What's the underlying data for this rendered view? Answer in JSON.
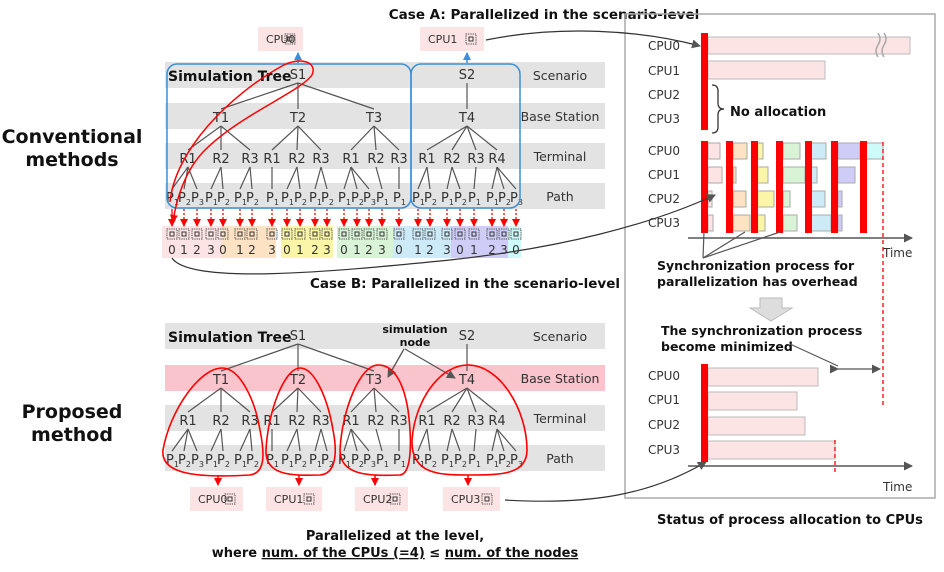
{
  "titles": {
    "case_a": "Case A: Parallelized in the scenario-level",
    "case_b": "Case B: Parallelized in the scenario-level",
    "status": "Status of process allocation to CPUs",
    "no_allocation": "No allocation",
    "time": "Time",
    "sync_overhead": [
      "Synchronization process for",
      "parallelization has overhead"
    ],
    "sync_min": [
      "The synchronization process",
      "become minimized"
    ],
    "simulation_node": [
      "simulation",
      "node"
    ],
    "parallel_note": [
      "Parallelized at the level,",
      "where ",
      "num. of the CPUs (=4)",
      " ≤ ",
      "num. of the nodes"
    ]
  },
  "sections": {
    "conventional": [
      "Conventional",
      "methods"
    ],
    "proposed": [
      "Proposed",
      "method"
    ]
  },
  "tree": {
    "title": "Simulation Tree",
    "levels": [
      "Scenario",
      "Base Station",
      "Terminal",
      "Path"
    ],
    "scenarios": [
      "S1",
      "S2"
    ],
    "base_stations": [
      {
        "name": "T1",
        "terminals": [
          {
            "name": "R1",
            "paths": [
              "1",
              "2",
              "3"
            ]
          },
          {
            "name": "R2",
            "paths": [
              "1",
              "2"
            ]
          },
          {
            "name": "R3",
            "paths": [
              "1",
              "2"
            ]
          }
        ]
      },
      {
        "name": "T2",
        "terminals": [
          {
            "name": "R1",
            "paths": [
              "1"
            ]
          },
          {
            "name": "R2",
            "paths": [
              "1",
              "2"
            ]
          },
          {
            "name": "R3",
            "paths": [
              "1",
              "2"
            ]
          }
        ]
      },
      {
        "name": "T3",
        "terminals": [
          {
            "name": "R1",
            "paths": [
              "1",
              "2",
              "3"
            ]
          },
          {
            "name": "R2",
            "paths": [
              "1"
            ]
          },
          {
            "name": "R3",
            "paths": [
              "1"
            ]
          }
        ]
      },
      {
        "name": "T4",
        "terminals": [
          {
            "name": "R1",
            "paths": [
              "1",
              "2"
            ]
          },
          {
            "name": "R2",
            "paths": [
              "1",
              "2"
            ]
          },
          {
            "name": "R3",
            "paths": [
              "1"
            ]
          },
          {
            "name": "R4",
            "paths": [
              "1",
              "2",
              "3"
            ]
          }
        ]
      }
    ]
  },
  "cpus": [
    "CPU0",
    "CPU1",
    "CPU2",
    "CPU3"
  ],
  "case_a_cpus": [
    "CPU0",
    "CPU1"
  ],
  "core_indices": [
    "0",
    "1",
    "2",
    "3",
    "0",
    "1",
    "2",
    "3",
    "0",
    "1",
    "2",
    "3",
    "0",
    "1",
    "2",
    "3",
    "0",
    "1",
    "2",
    "3",
    "0",
    "1",
    "2",
    "3",
    "0"
  ],
  "colors": {
    "sync_bar": "#ff0000",
    "scenario_box": "#3a8fd8",
    "band": "#e3e3e3",
    "base_station_band_highlight": "#f9c4cb",
    "chip_bg": "#fde4e4",
    "phases": [
      "#fde4e4",
      "#fde3c4",
      "#fbf5a8",
      "#d9f3d6",
      "#cdeaf9",
      "#cfcdf7",
      "#cffafa"
    ]
  }
}
